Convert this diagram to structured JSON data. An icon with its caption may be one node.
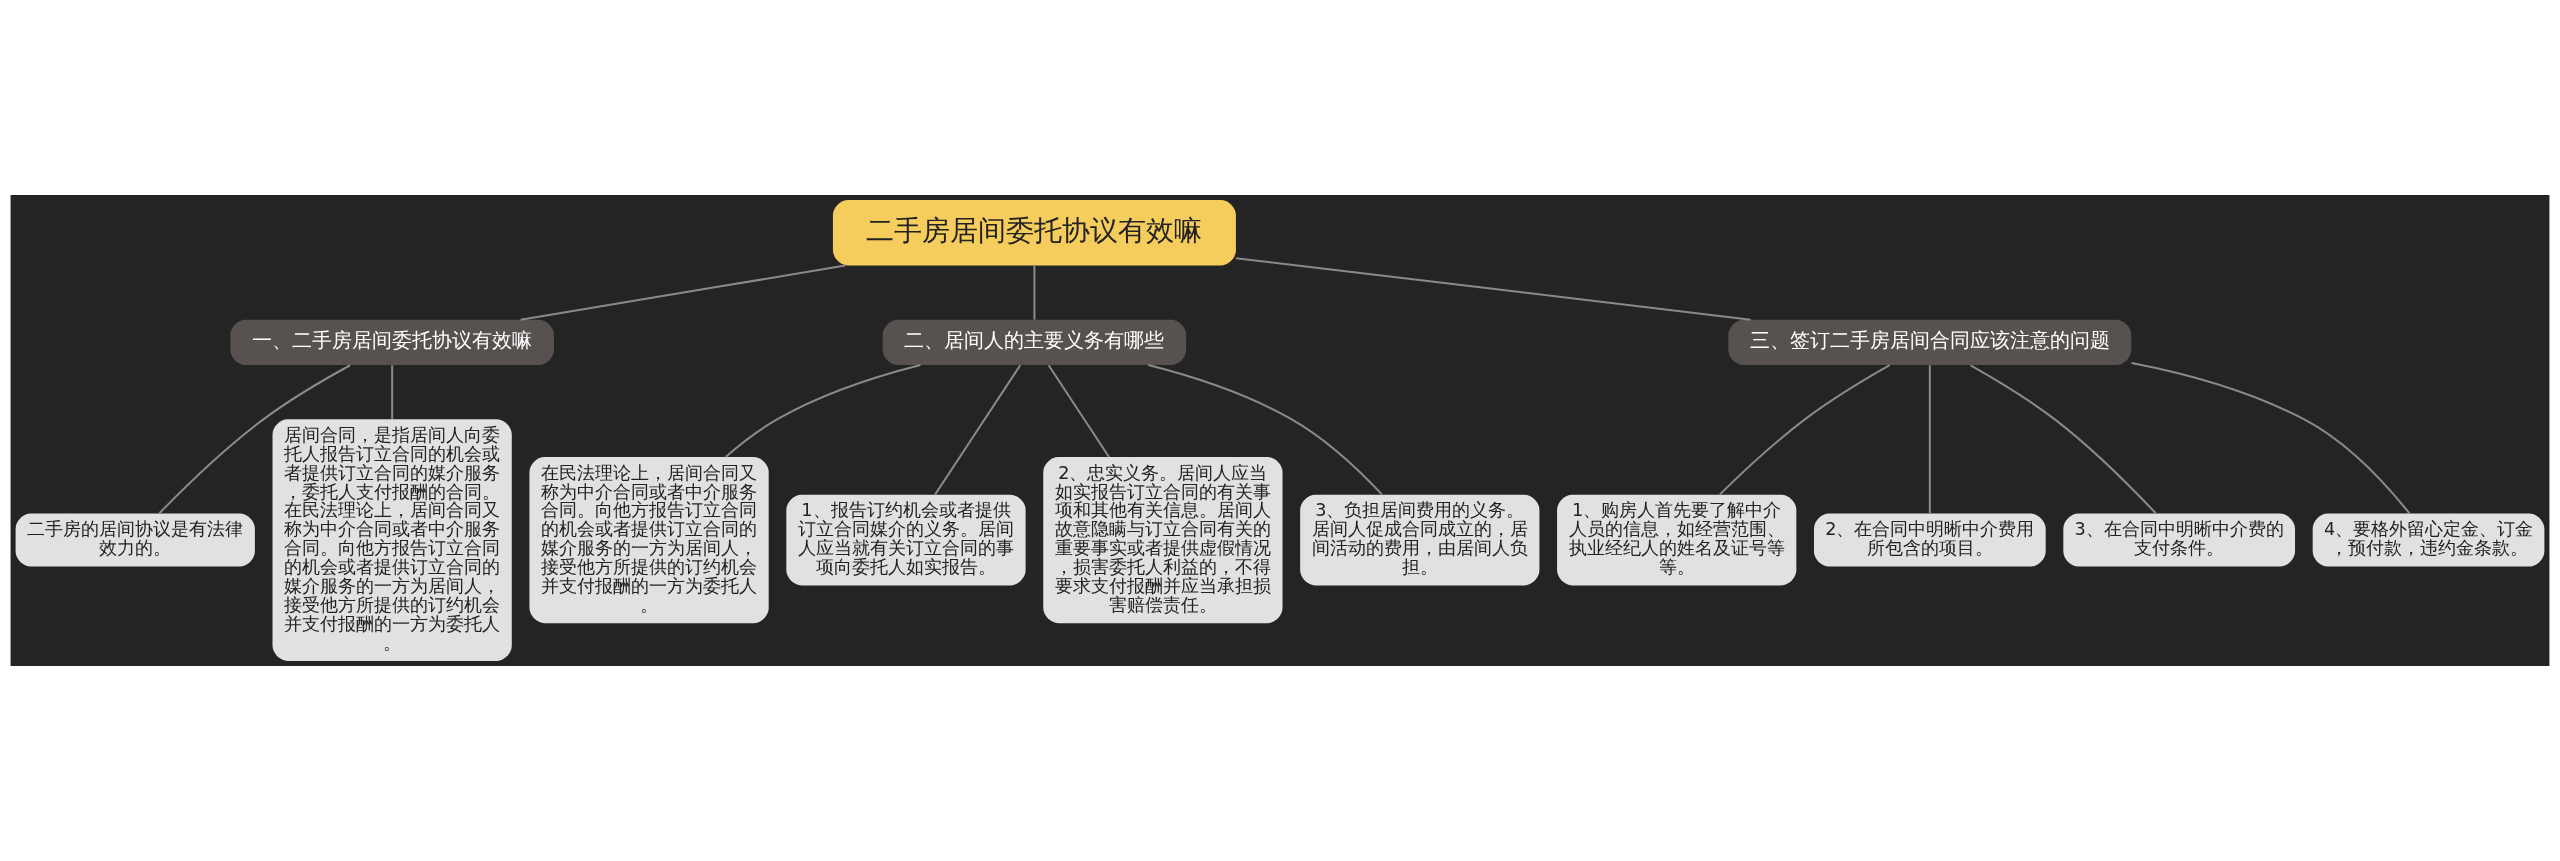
{
  "diagram": {
    "nodes": [
      {
        "text": [
          "二手房居间委托协议有效嘛"
        ]
      },
      {
        "text": [
          "一、二手房居间委托协议有效嘛"
        ]
      },
      {
        "text": [
          "二手房的居间协议是有法律效力的。"
        ]
      },
      {
        "text": [
          "居间合同，是指居间人向委托人报告订立合同的机会或者提供订立合同的媒介服务，委托人支付报酬的合同。在民法理论上，居间合同又称为中介合同或者中介服务合同。向他方报告订立合同的机会或者提供订立合同的媒介服务的一方为居间人，接受他方所提供的订约机会并支付报酬的一方为委托人。"
        ]
      },
      {
        "text": [
          "二、居间人的主要义务有哪些"
        ]
      },
      {
        "text": [
          "在民法理论上，居间合同又称为中介合同或者中介服务合同。向他方报告订立合同的机会或者提供订立合同的媒介服务的一方为居间人，接受他方所提供的订约机会并支付报酬的一方为委托人。"
        ]
      },
      {
        "text": [
          "1、报告订约机会或者提供订立合同媒介的义务。居间人应当就有关订立合同的事项向委托人如实报告。"
        ]
      },
      {
        "text": [
          "2、忠实义务。居间人应当如实报告订立合同的有关事项和其他有关信息。居间人故意隐瞒与订立合同有关的重要事实或者提供虚假情况，损害委托人利益的，不得要求支付报酬并应当承担损害赔偿责任。"
        ]
      },
      {
        "text": [
          "3、负担居间费用的义务。居间人促成合同成立的，居间活动的费用，由居间人负担。"
        ]
      },
      {
        "text": [
          "三、签订二手房居间合同应该注意的问题"
        ]
      },
      {
        "text": [
          "1、购房人首先要了解中介人员的信息，如经营范围、执业经纪人的姓名及证号等等。"
        ]
      },
      {
        "text": [
          "2、在合同中明晰中介费用所包含的项目。"
        ]
      },
      {
        "text": [
          "3、在合同中明晰中介费的支付条件。"
        ]
      },
      {
        "text": [
          "4、要格外留心定金、订金，预付款，违约金条款。"
        ]
      }
    ],
    "edges": [
      {
        "from": 0,
        "to": 1,
        "arrow": "none"
      },
      {
        "from": 1,
        "to": 2,
        "arrow": "none"
      },
      {
        "from": 1,
        "to": 3,
        "arrow": "none"
      },
      {
        "from": 0,
        "to": 4,
        "arrow": "none"
      },
      {
        "from": 4,
        "to": 5,
        "arrow": "none"
      },
      {
        "from": 4,
        "to": 6,
        "arrow": "none"
      },
      {
        "from": 4,
        "to": 7,
        "arrow": "none"
      },
      {
        "from": 4,
        "to": 8,
        "arrow": "none"
      },
      {
        "from": 0,
        "to": 9,
        "arrow": "none"
      },
      {
        "from": 9,
        "to": 10,
        "arrow": "none"
      },
      {
        "from": 9,
        "to": 11,
        "arrow": "none"
      },
      {
        "from": 9,
        "to": 12,
        "arrow": "none"
      },
      {
        "from": 9,
        "to": 13,
        "arrow": "none"
      }
    ]
  }
}
